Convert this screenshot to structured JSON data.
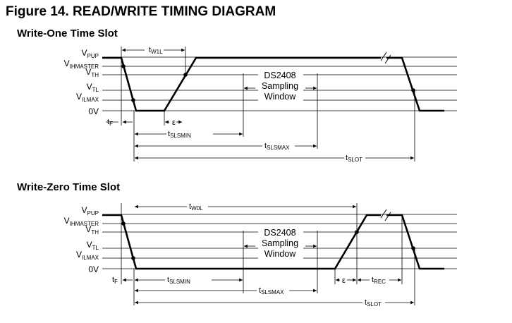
{
  "figure_title": "Figure 14. READ/WRITE TIMING DIAGRAM",
  "slots": [
    {
      "title": "Write-One Time Slot",
      "levels": [
        {
          "main": "V",
          "sub": "PUP"
        },
        {
          "main": "V",
          "sub": "IHMASTER"
        },
        {
          "main": "V",
          "sub": "TH"
        },
        {
          "main": "V",
          "sub": "TL"
        },
        {
          "main": "V",
          "sub": "ILMAX"
        },
        {
          "main": "0V",
          "sub": ""
        }
      ],
      "timings": [
        {
          "main": "t",
          "sub": "W1L"
        },
        {
          "main": "t",
          "sub": "F"
        },
        {
          "main": "ε",
          "sub": ""
        },
        {
          "main": "t",
          "sub": "SLSMIN"
        },
        {
          "main": "t",
          "sub": "SLSMAX"
        },
        {
          "main": "t",
          "sub": "SLOT"
        }
      ],
      "window_label": [
        "DS2408",
        "Sampling",
        "Window"
      ]
    },
    {
      "title": "Write-Zero Time Slot",
      "levels": [
        {
          "main": "V",
          "sub": "PUP"
        },
        {
          "main": "V",
          "sub": "IHMASTER"
        },
        {
          "main": "V",
          "sub": "TH"
        },
        {
          "main": "V",
          "sub": "TL"
        },
        {
          "main": "V",
          "sub": "ILMAX"
        },
        {
          "main": "0V",
          "sub": ""
        }
      ],
      "timings": [
        {
          "main": "t",
          "sub": "W0L"
        },
        {
          "main": "t",
          "sub": "F"
        },
        {
          "main": "t",
          "sub": "SLSMIN"
        },
        {
          "main": "ε",
          "sub": ""
        },
        {
          "main": "t",
          "sub": "REC"
        },
        {
          "main": "t",
          "sub": "SLSMAX"
        },
        {
          "main": "t",
          "sub": "SLOT"
        }
      ],
      "window_label": [
        "DS2408",
        "Sampling",
        "Window"
      ]
    }
  ]
}
